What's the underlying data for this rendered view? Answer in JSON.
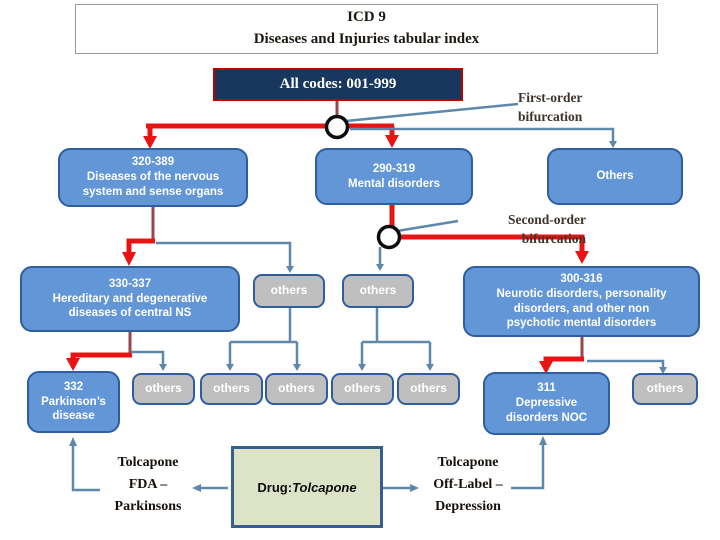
{
  "colors": {
    "node_fill": "#6296D6",
    "node_border": "#2E5E9E",
    "gray_fill": "#BFBFBF",
    "root_fill": "#17375E",
    "root_border": "#C00000",
    "red": "#E81414",
    "line_blue": "#5E87AC",
    "stub_maroon": "#96494B",
    "drug_fill": "#DCE3C6",
    "drug_border": "#365F91",
    "annotation_text": "#3E342B",
    "title_text": "#1D1812"
  },
  "title": {
    "line1": "ICD 9",
    "line2": "Diseases and Injuries tabular index"
  },
  "root": {
    "label": "All codes: 001-999"
  },
  "annotations": {
    "first_order": "First-order\nbifurcation",
    "second_order": "Second-order\nbifurcation"
  },
  "nodes": {
    "n320": {
      "code": "320-389",
      "name": "Diseases of the nervous\nsystem and sense organs"
    },
    "n290": {
      "code": "290-319",
      "name": "Mental disorders"
    },
    "others_top": {
      "label": "Others"
    },
    "n330": {
      "code": "330-337",
      "name": "Hereditary and degenerative\ndiseases of central NS"
    },
    "n300": {
      "code": "300-316",
      "name": "Neurotic disorders, personality\ndisorders, and other non\npsychotic mental disorders"
    },
    "n332": {
      "code": "332",
      "name": "Parkinson’s\ndisease"
    },
    "n311": {
      "code": "311",
      "name": "Depressive\ndisorders NOC"
    },
    "others": {
      "label": "others"
    }
  },
  "bottom": {
    "left_label": "Tolcapone\nFDA –\nParkinsons",
    "drug_prefix": "Drug: ",
    "drug_name": "Tolcapone",
    "right_label": "Tolcapone\nOff-Label –\nDepression"
  }
}
